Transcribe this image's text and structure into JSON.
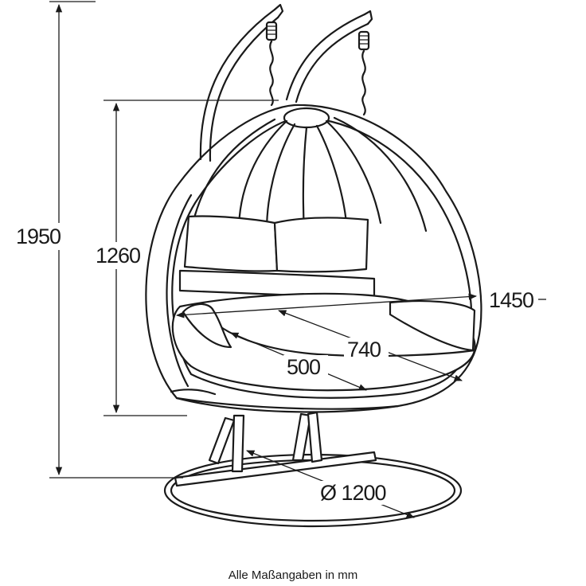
{
  "dimensions": {
    "total_height": "1950",
    "seat_height": "1260",
    "width": "1450",
    "seat_width": "740",
    "seat_depth": "500",
    "base_diameter": "Ø 1200"
  },
  "caption": "Alle Maßangaben in mm"
}
